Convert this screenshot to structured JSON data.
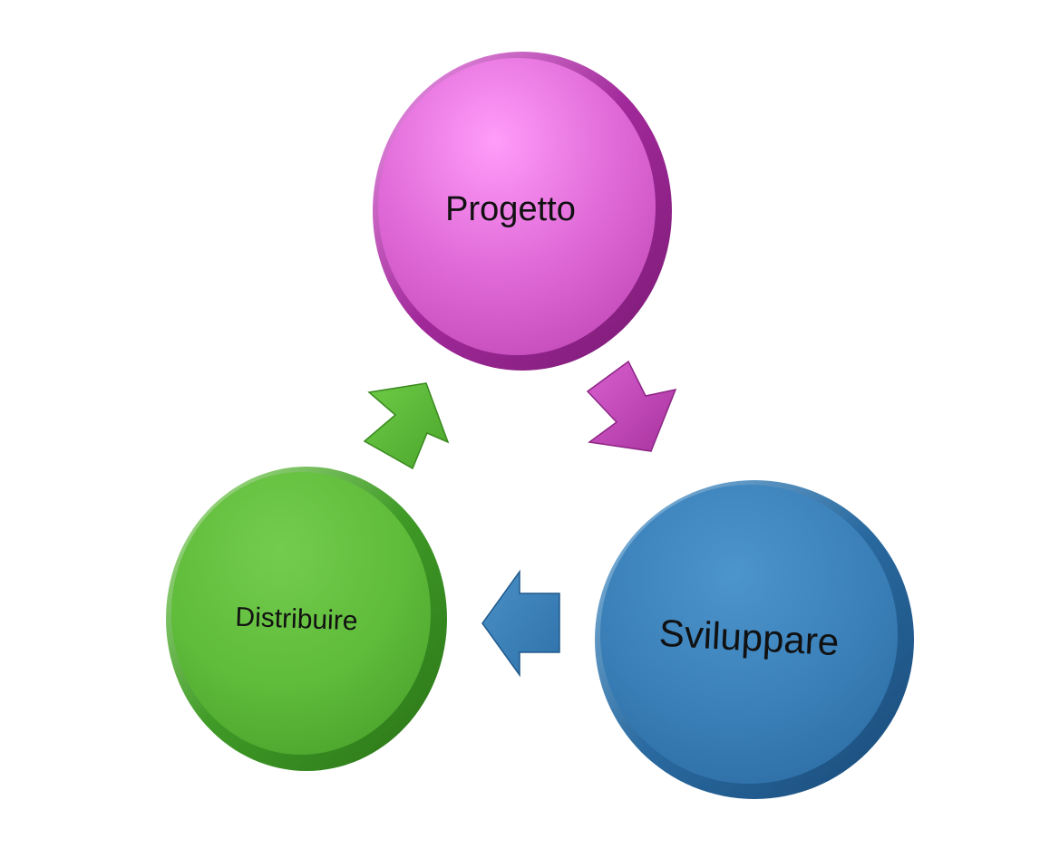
{
  "diagram": {
    "type": "cycle",
    "nodes": [
      {
        "id": "design",
        "label": "Progetto",
        "color": "#d65fd0"
      },
      {
        "id": "develop",
        "label": "Sviluppare",
        "color": "#3a7fb8"
      },
      {
        "id": "deploy",
        "label": "Distribuire",
        "color": "#5fbf3c"
      }
    ],
    "edges": [
      {
        "from": "design",
        "to": "develop",
        "color": "#b83aa9"
      },
      {
        "from": "develop",
        "to": "deploy",
        "color": "#3a7fb8"
      },
      {
        "from": "deploy",
        "to": "design",
        "color": "#5fbf3c"
      }
    ]
  }
}
